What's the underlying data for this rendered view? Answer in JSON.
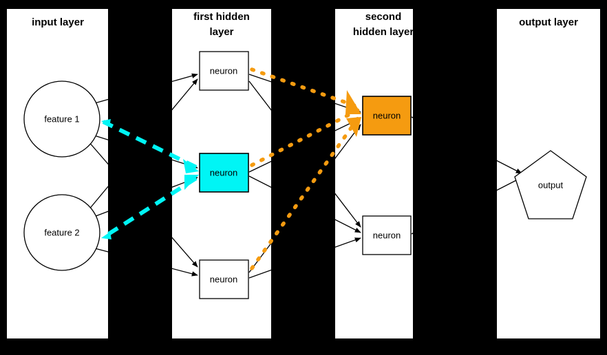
{
  "diagram": {
    "background_color": "#000000",
    "panel_color": "#ffffff",
    "accent_cyan": "#00f5f5",
    "accent_orange": "#f59b10",
    "layers": [
      {
        "id": "input",
        "title": "input layer",
        "nodes": [
          {
            "id": "feature-1",
            "label": "feature 1",
            "shape": "circle",
            "fill": "#ffffff"
          },
          {
            "id": "feature-2",
            "label": "feature 2",
            "shape": "circle",
            "fill": "#ffffff"
          }
        ]
      },
      {
        "id": "first-hidden",
        "title": "first hidden layer",
        "nodes": [
          {
            "id": "h1-top",
            "label": "neuron",
            "shape": "rect",
            "fill": "#ffffff"
          },
          {
            "id": "h1-mid",
            "label": "neuron",
            "shape": "rect",
            "fill": "#00f5f5"
          },
          {
            "id": "h1-bottom",
            "label": "neuron",
            "shape": "rect",
            "fill": "#ffffff"
          }
        ]
      },
      {
        "id": "second-hidden",
        "title": "second hidden layer",
        "nodes": [
          {
            "id": "h2-top",
            "label": "neuron",
            "shape": "rect",
            "fill": "#f59b10"
          },
          {
            "id": "h2-bottom",
            "label": "neuron",
            "shape": "rect",
            "fill": "#ffffff"
          }
        ]
      },
      {
        "id": "output",
        "title": "output layer",
        "nodes": [
          {
            "id": "output-node",
            "label": "output",
            "shape": "pentagon",
            "fill": "#ffffff"
          }
        ]
      }
    ],
    "highlight_edges": {
      "cyan": {
        "color": "#00f5f5",
        "style": "dashed",
        "from": [
          "feature-1",
          "feature-2"
        ],
        "to": "h1-mid"
      },
      "orange": {
        "color": "#f59b10",
        "style": "dotted",
        "from": [
          "h1-top",
          "h1-mid",
          "h1-bottom"
        ],
        "to": "h2-top"
      }
    }
  }
}
